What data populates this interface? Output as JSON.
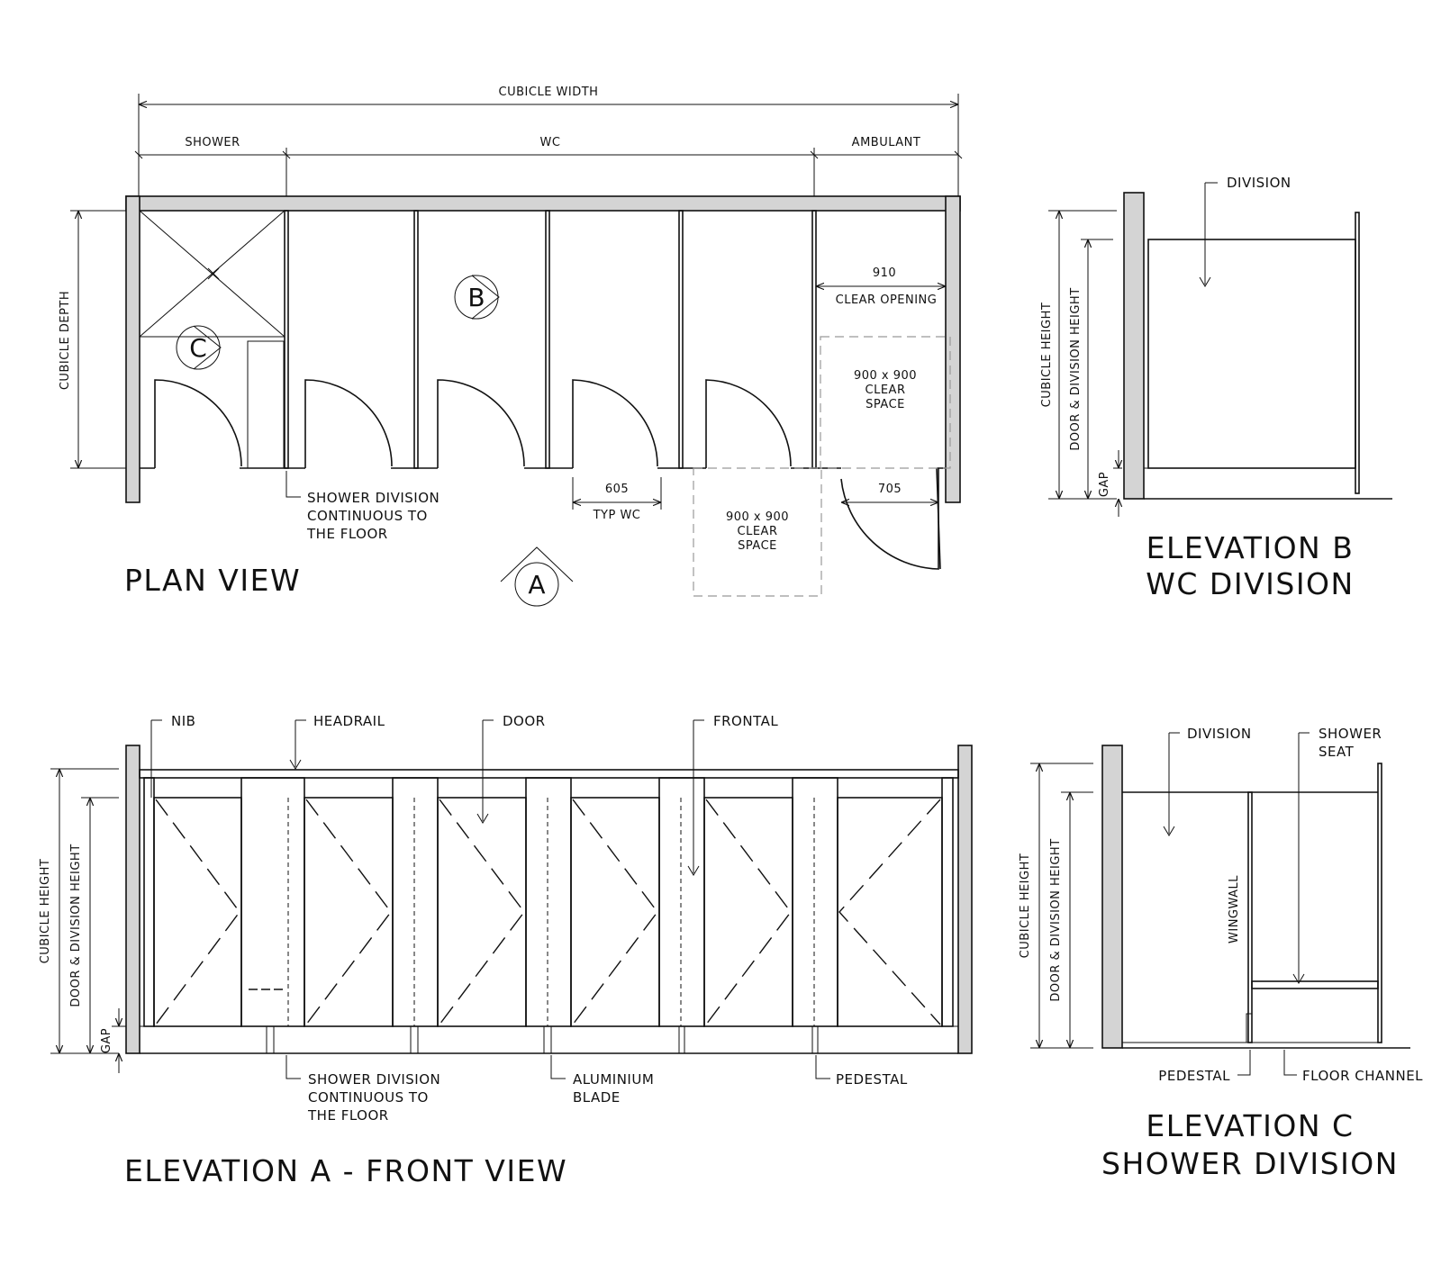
{
  "plan": {
    "title": "PLAN VIEW",
    "dims": {
      "cubicle_width": "CUBICLE WIDTH",
      "shower": "SHOWER",
      "wc": "WC",
      "ambulant": "AMBULANT",
      "cubicle_depth": "CUBICLE DEPTH",
      "d910": "910",
      "clear_opening": "CLEAR OPENING",
      "d605": "605",
      "typ_wc": "TYP WC",
      "d705": "705"
    },
    "clear_space_inner": [
      "900 x 900",
      "CLEAR",
      "SPACE"
    ],
    "clear_space_outer": [
      "900 x 900",
      "CLEAR",
      "SPACE"
    ],
    "shower_note": [
      "SHOWER DIVISION",
      "CONTINUOUS TO",
      "THE FLOOR"
    ],
    "tags": {
      "a": "A",
      "b": "B",
      "c": "C"
    }
  },
  "elev_b": {
    "title_1": "ELEVATION B",
    "title_2": "WC DIVISION",
    "division": "DIVISION",
    "cubicle_height": "CUBICLE HEIGHT",
    "door_height": "DOOR & DIVISION HEIGHT",
    "gap": "GAP"
  },
  "elev_a": {
    "title": "ELEVATION A - FRONT VIEW",
    "nib": "NIB",
    "headrail": "HEADRAIL",
    "door": "DOOR",
    "frontal": "FRONTAL",
    "cubicle_height": "CUBICLE HEIGHT",
    "door_height": "DOOR & DIVISION HEIGHT",
    "gap": "GAP",
    "shower_note": [
      "SHOWER DIVISION",
      "CONTINUOUS TO",
      "THE FLOOR"
    ],
    "blade": [
      "ALUMINIUM",
      "BLADE"
    ],
    "pedestal": "PEDESTAL"
  },
  "elev_c": {
    "title_1": "ELEVATION C",
    "title_2": "SHOWER DIVISION",
    "division": "DIVISION",
    "seat": [
      "SHOWER",
      "SEAT"
    ],
    "wingwall": "WINGWALL",
    "cubicle_height": "CUBICLE HEIGHT",
    "door_height": "DOOR & DIVISION HEIGHT",
    "pedestal": "PEDESTAL",
    "floor_channel": "FLOOR CHANNEL"
  }
}
